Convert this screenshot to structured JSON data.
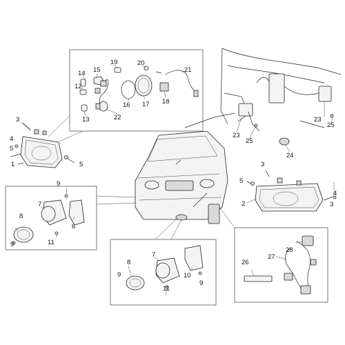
{
  "diagram": {
    "callouts": {
      "c3a": "3",
      "c4a": "4",
      "c5a": "5",
      "c1": "1",
      "c5b": "5",
      "c14": "14",
      "c15": "15",
      "c19": "19",
      "c20": "20",
      "c21": "21",
      "c12": "12",
      "c16": "16",
      "c17": "17",
      "c18": "18",
      "c13": "13",
      "c22": "22",
      "c23a": "23",
      "c23b": "23",
      "c25a": "25",
      "c25b": "25",
      "c24": "24",
      "c3b": "3",
      "c5c": "5",
      "c4b": "4",
      "c2": "2",
      "c3c": "3",
      "c9a": "9",
      "c8a": "8",
      "c7a": "7",
      "c6": "6",
      "c9b": "9",
      "c11a": "11",
      "c7b": "7",
      "c8b": "8",
      "c9c": "9",
      "c10": "10",
      "c11b": "11",
      "c9d": "9",
      "c26": "26",
      "c27": "27",
      "c28": "28"
    }
  }
}
